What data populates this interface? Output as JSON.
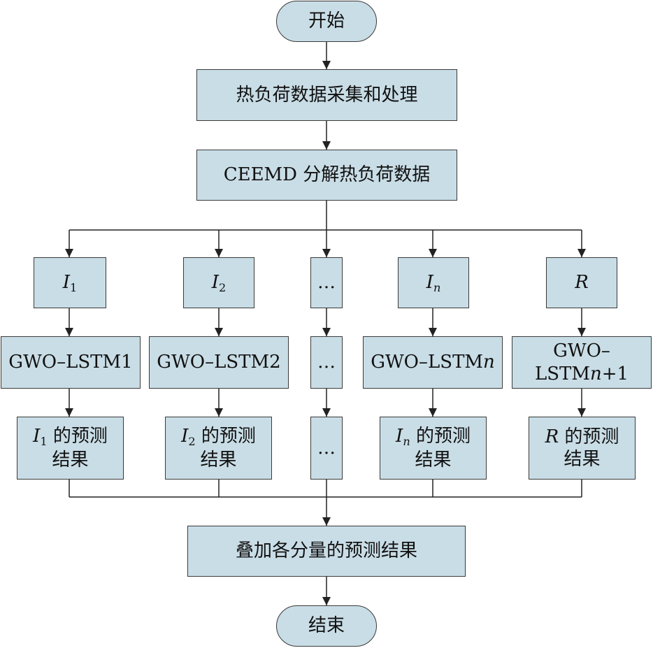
{
  "start": "开始",
  "collect": "热负荷数据采集和处理",
  "decompose": "CEEMD 分解热负荷数据",
  "comp1": {
    "sym": "I",
    "sub": "1"
  },
  "comp2": {
    "sym": "I",
    "sub": "2"
  },
  "compdots": "…",
  "compn": {
    "sym": "I",
    "sub": "n"
  },
  "compr": {
    "sym": "R"
  },
  "model1": "GWO–LSTM1",
  "model2": "GWO–LSTM2",
  "modeldots": "…",
  "modeln": {
    "prefix": "GWO–LSTM",
    "var": "n"
  },
  "modelr": {
    "prefix": "GWO–LSTM",
    "var": "n",
    "suffix": "+1"
  },
  "res1": {
    "sym": "I",
    "sub": "1",
    "l1": " 的预测",
    "l2": "结果"
  },
  "res2": {
    "sym": "I",
    "sub": "2",
    "l1": " 的预测",
    "l2": "结果"
  },
  "resdots": "…",
  "resn": {
    "sym": "I",
    "sub": "n",
    "l1": " 的预测",
    "l2": "结果"
  },
  "resr": {
    "sym": "R",
    "l1": " 的预测",
    "l2": "结果"
  },
  "sum": "叠加各分量的预测结果",
  "end": "结束"
}
